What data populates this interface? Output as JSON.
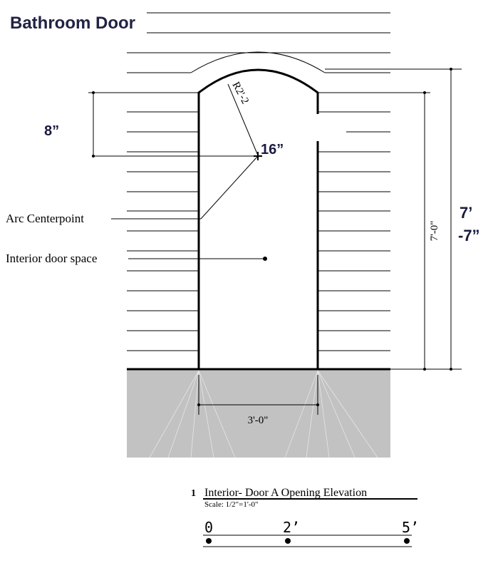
{
  "title": "Bathroom Door",
  "annotations": {
    "rise": "8”",
    "offset": "16”",
    "total_height_line1": "7’",
    "total_height_line2": "-7”"
  },
  "dimensions": {
    "radius": "R2'-2",
    "door_height": "7'-0\"",
    "door_width": "3'-0\""
  },
  "labels": {
    "arc_centerpoint": "Arc Centerpoint",
    "interior_door_space": "Interior door space"
  },
  "title_block": {
    "number": "1",
    "name": "Interior- Door A Opening Elevation",
    "scale": "Scale: 1/2\"=1'-0\""
  },
  "scale_bar": {
    "ticks": [
      "0",
      "2’",
      "5’"
    ]
  },
  "colors": {
    "title": "#222244",
    "annotation": "#1a1a40",
    "floor_fill": "#c2c2c2",
    "line": "#000000"
  }
}
